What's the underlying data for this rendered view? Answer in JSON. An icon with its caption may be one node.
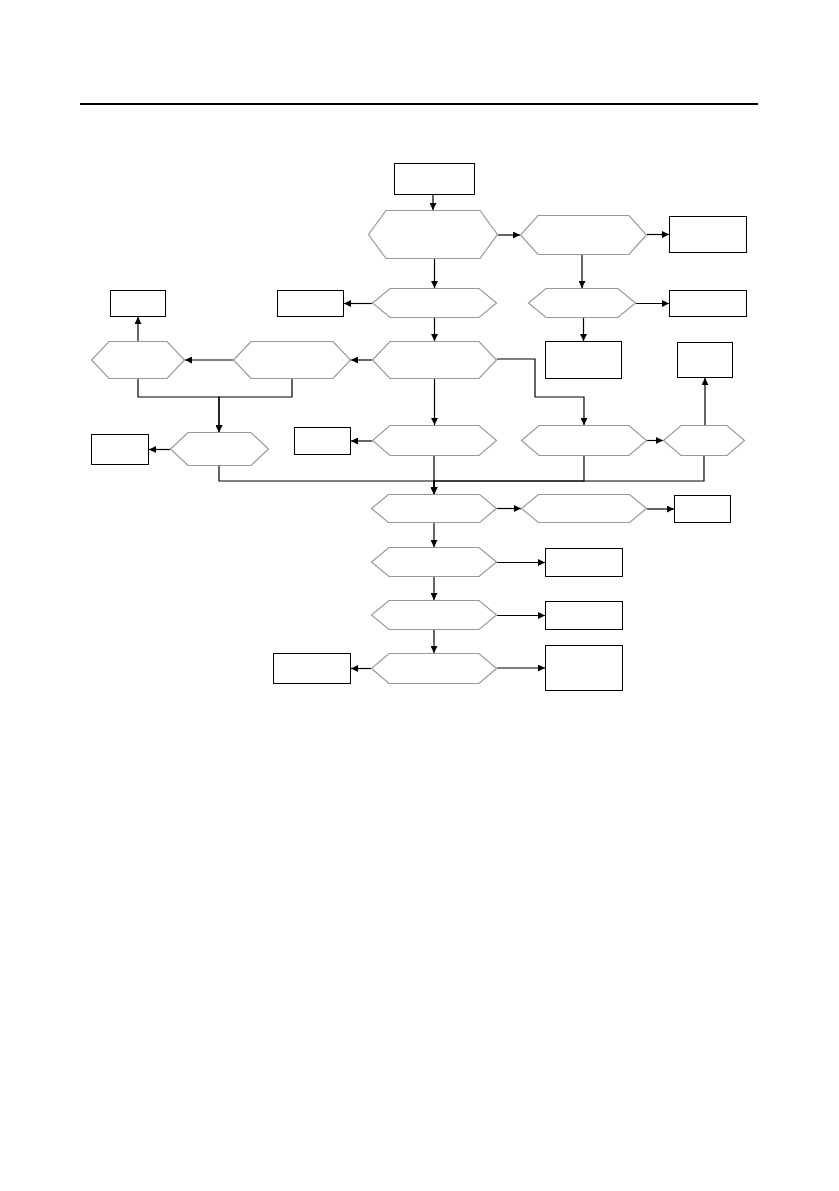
{
  "diagram": {
    "nodes": [
      {
        "text": [],
        "shape": "box"
      },
      {
        "text": [],
        "shape": "hexagon"
      },
      {
        "text": [],
        "shape": "hexagon"
      },
      {
        "text": [],
        "shape": "box"
      },
      {
        "text": [],
        "shape": "box"
      },
      {
        "text": [],
        "shape": "box"
      },
      {
        "text": [],
        "shape": "hexagon"
      },
      {
        "text": [],
        "shape": "hexagon"
      },
      {
        "text": [],
        "shape": "box"
      },
      {
        "text": [],
        "shape": "hexagon"
      },
      {
        "text": [],
        "shape": "hexagon"
      },
      {
        "text": [],
        "shape": "hexagon"
      },
      {
        "text": [],
        "shape": "box"
      },
      {
        "text": [],
        "shape": "box"
      },
      {
        "text": [],
        "shape": "box"
      },
      {
        "text": [],
        "shape": "hexagon"
      },
      {
        "text": [],
        "shape": "box"
      },
      {
        "text": [],
        "shape": "hexagon"
      },
      {
        "text": [],
        "shape": "hexagon"
      },
      {
        "text": [],
        "shape": "hexagon"
      },
      {
        "text": [],
        "shape": "hexagon"
      },
      {
        "text": [],
        "shape": "hexagon"
      },
      {
        "text": [],
        "shape": "box"
      },
      {
        "text": [],
        "shape": "hexagon"
      },
      {
        "text": [],
        "shape": "box"
      },
      {
        "text": [],
        "shape": "hexagon"
      },
      {
        "text": [],
        "shape": "box"
      },
      {
        "text": [],
        "shape": "box"
      },
      {
        "text": [],
        "shape": "hexagon"
      },
      {
        "text": [],
        "shape": "box"
      }
    ],
    "edges": [
      {
        "from": 0,
        "to": 1,
        "arrow": "to"
      },
      {
        "from": 1,
        "to": 2,
        "arrow": "to"
      },
      {
        "from": 2,
        "to": 3,
        "arrow": "to"
      },
      {
        "from": 1,
        "to": 6,
        "arrow": "to"
      },
      {
        "from": 2,
        "to": 7,
        "arrow": "to"
      },
      {
        "from": 6,
        "to": 5,
        "arrow": "to"
      },
      {
        "from": 7,
        "to": 8,
        "arrow": "to"
      },
      {
        "from": 6,
        "to": 11,
        "arrow": "to"
      },
      {
        "from": 7,
        "to": 12,
        "arrow": "to"
      },
      {
        "from": 11,
        "to": 10,
        "arrow": "to"
      },
      {
        "from": 10,
        "to": 9,
        "arrow": "to"
      },
      {
        "from": 9,
        "to": 4,
        "arrow": "to"
      },
      {
        "from": 9,
        "to": 15,
        "arrow": "to"
      },
      {
        "from": 10,
        "to": 15,
        "arrow": "to"
      },
      {
        "from": 11,
        "to": 18,
        "arrow": "to"
      },
      {
        "from": 11,
        "to": 17,
        "arrow": "to"
      },
      {
        "from": 17,
        "to": 16,
        "arrow": "to"
      },
      {
        "from": 15,
        "to": 14,
        "arrow": "to"
      },
      {
        "from": 18,
        "to": 19,
        "arrow": "to"
      },
      {
        "from": 19,
        "to": 13,
        "arrow": "to"
      },
      {
        "from": 15,
        "to": 20,
        "arrow": "to"
      },
      {
        "from": 17,
        "to": 20,
        "arrow": "to"
      },
      {
        "from": 18,
        "to": 20,
        "arrow": "to"
      },
      {
        "from": 19,
        "to": 20,
        "arrow": "to"
      },
      {
        "from": 20,
        "to": 21,
        "arrow": "to"
      },
      {
        "from": 21,
        "to": 22,
        "arrow": "to"
      },
      {
        "from": 20,
        "to": 23,
        "arrow": "to"
      },
      {
        "from": 23,
        "to": 24,
        "arrow": "to"
      },
      {
        "from": 23,
        "to": 25,
        "arrow": "to"
      },
      {
        "from": 25,
        "to": 26,
        "arrow": "to"
      },
      {
        "from": 25,
        "to": 28,
        "arrow": "to"
      },
      {
        "from": 28,
        "to": 27,
        "arrow": "to"
      },
      {
        "from": 28,
        "to": 29,
        "arrow": "to"
      }
    ]
  }
}
